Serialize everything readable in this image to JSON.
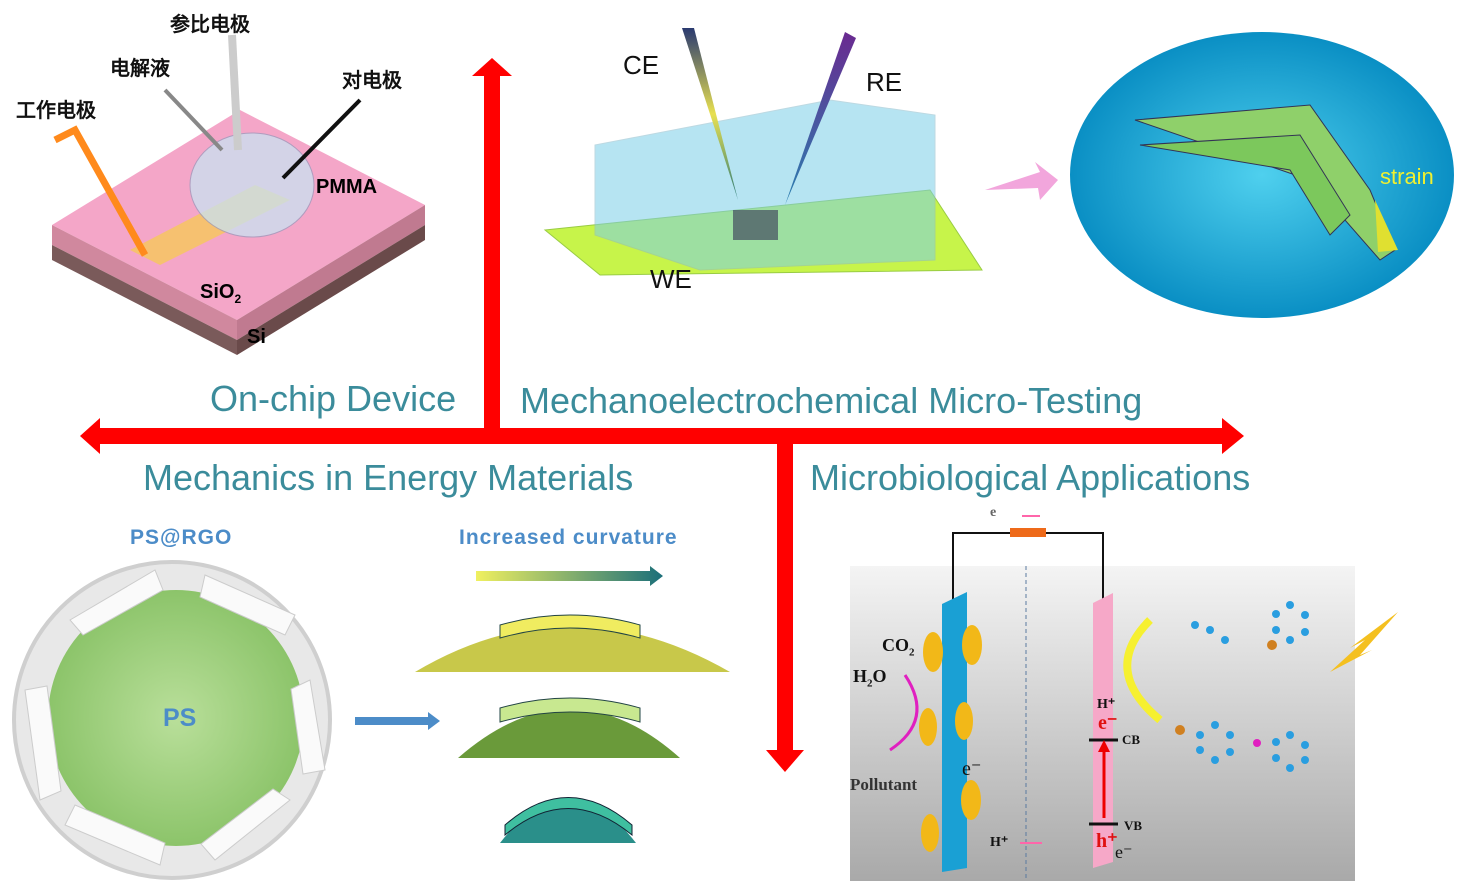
{
  "sections": {
    "top_left": "On-chip Device",
    "top_right": "Mechanoelectrochemical Micro-Testing",
    "bottom_left": "Mechanics in Energy Materials",
    "bottom_right": "Microbiological Applications"
  },
  "chip": {
    "reference_electrode": "参比电极",
    "electrolyte": "电解液",
    "working_electrode": "工作电极",
    "counter_electrode": "对电极",
    "pmma": "PMMA",
    "sio2": "SiO",
    "sio2_sub": "2",
    "si": "Si"
  },
  "micro_test": {
    "ce": "CE",
    "re": "RE",
    "we": "WE",
    "strain": "strain"
  },
  "energy": {
    "ps_rgo": "PS@RGO",
    "ps": "PS",
    "curvature": "Increased curvature"
  },
  "bio": {
    "e_top": "e",
    "co2": "CO",
    "co2_sub": "2",
    "h2o_h": "H",
    "h2o_sub": "2",
    "h2o_o": "O",
    "pollutant": "Pollutant",
    "e_minus": "e⁻",
    "h_plus": "H⁺",
    "h_plus_bottom": "H⁺",
    "e_red": "e⁻",
    "cb": "CB",
    "vb": "VB",
    "h_red": "h⁺",
    "e_bottom": "e⁻"
  },
  "colors": {
    "axis": "#ff0000",
    "section_text": "#3b8c9b"
  }
}
